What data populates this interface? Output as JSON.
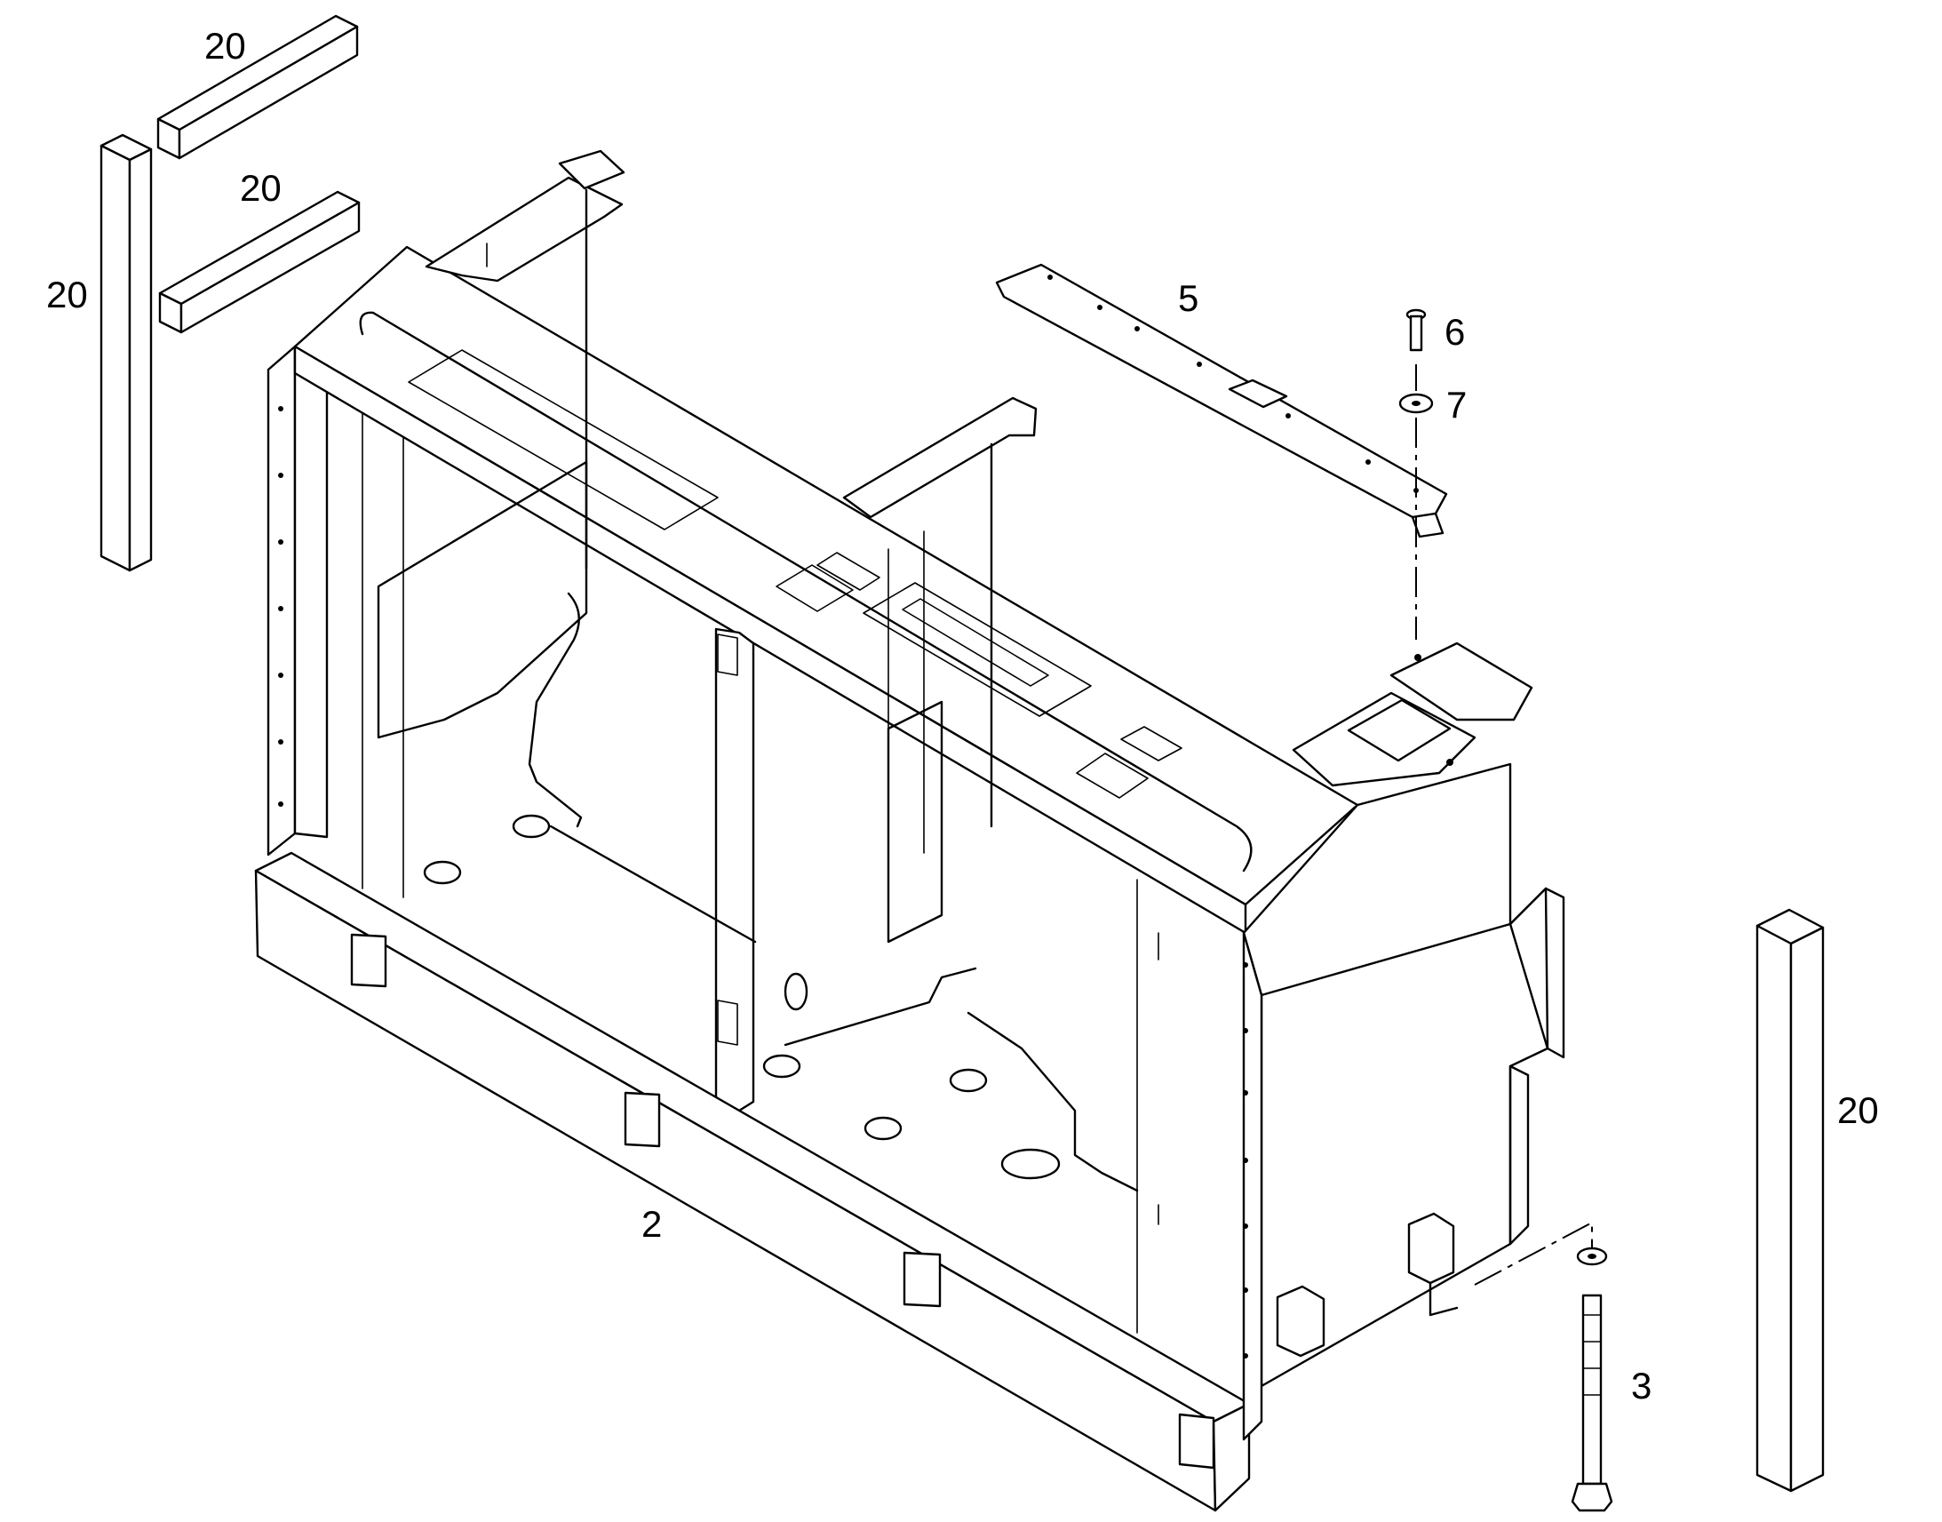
{
  "callouts": {
    "c20_top_bar": "20",
    "c20_mid_bar": "20",
    "c20_left_post": "20",
    "c20_right_post": "20",
    "c2_frame": "2",
    "c3_bolt": "3",
    "c5_bracket": "5",
    "c6_screw": "6",
    "c7_washer": "7"
  },
  "colors": {
    "line": "#000000",
    "background": "#ffffff"
  }
}
